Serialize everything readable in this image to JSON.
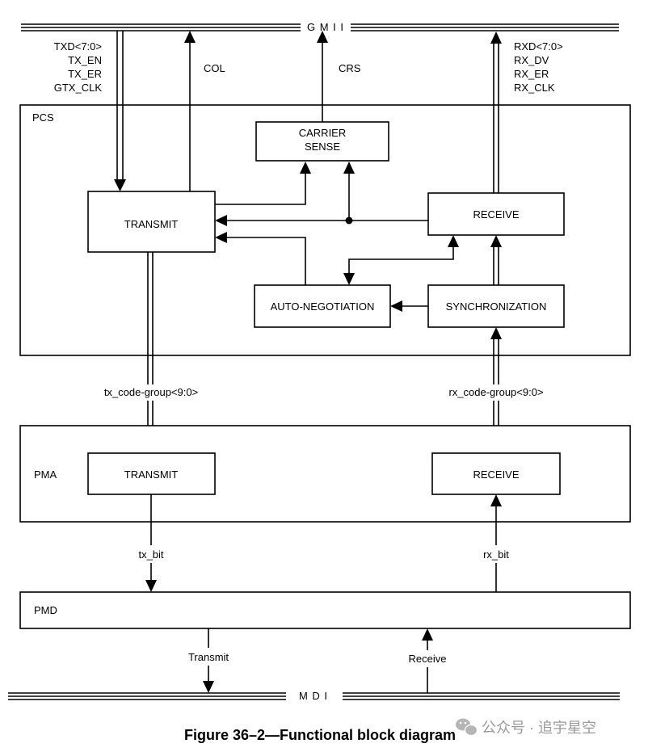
{
  "bus": {
    "gmii": "G M I I",
    "mdi": "M D I"
  },
  "tx_signals": [
    "TXD<7:0>",
    "TX_EN",
    "TX_ER",
    "GTX_CLK"
  ],
  "rx_signals": [
    "RXD<7:0>",
    "RX_DV",
    "RX_ER",
    "RX_CLK"
  ],
  "signals": {
    "col": "COL",
    "crs": "CRS",
    "tx_code_group": "tx_code-group<9:0>",
    "rx_code_group": "rx_code-group<9:0>",
    "tx_bit": "tx_bit",
    "rx_bit": "rx_bit",
    "transmit": "Transmit",
    "receive": "Receive"
  },
  "pcs": {
    "label": "PCS",
    "carrier_sense": [
      "CARRIER",
      "SENSE"
    ],
    "transmit": "TRANSMIT",
    "receive": "RECEIVE",
    "auto_negotiation": "AUTO-NEGOTIATION",
    "synchronization": "SYNCHRONIZATION"
  },
  "pma": {
    "label": "PMA",
    "transmit": "TRANSMIT",
    "receive": "RECEIVE"
  },
  "pmd": {
    "label": "PMD"
  },
  "caption": "Figure 36–2—Functional block diagram",
  "watermark": "公众号 · 追宇星空"
}
